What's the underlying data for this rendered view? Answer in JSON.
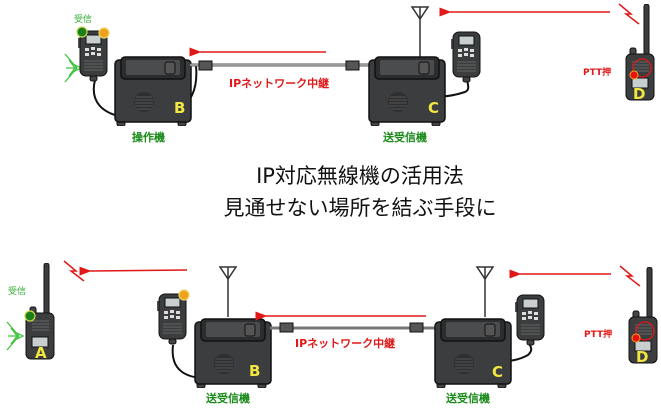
{
  "title": {
    "line1": "IP対応無線機の活用法",
    "line2": "見通せない場所を結ぶ手段に"
  },
  "top": {
    "receive_label": "受信",
    "network_label": "IPネットワーク中継",
    "unit_b": {
      "letter": "B",
      "caption": "操作機"
    },
    "unit_c": {
      "letter": "C",
      "caption": "送受信機"
    },
    "unit_d": {
      "letter": "D",
      "ptt_label": "PTT押"
    }
  },
  "bottom": {
    "receive_label": "受信",
    "network_label": "IPネットワーク中継",
    "unit_a": {
      "letter": "A"
    },
    "unit_b": {
      "letter": "B",
      "caption": "送受信機"
    },
    "unit_c": {
      "letter": "C",
      "caption": "送受信機"
    },
    "unit_d": {
      "letter": "D",
      "ptt_label": "PTT押"
    }
  },
  "colors": {
    "signal": "#e01818",
    "receive": "#1a8a1a",
    "device": "#3b3d3f",
    "label": "#f2e640"
  }
}
